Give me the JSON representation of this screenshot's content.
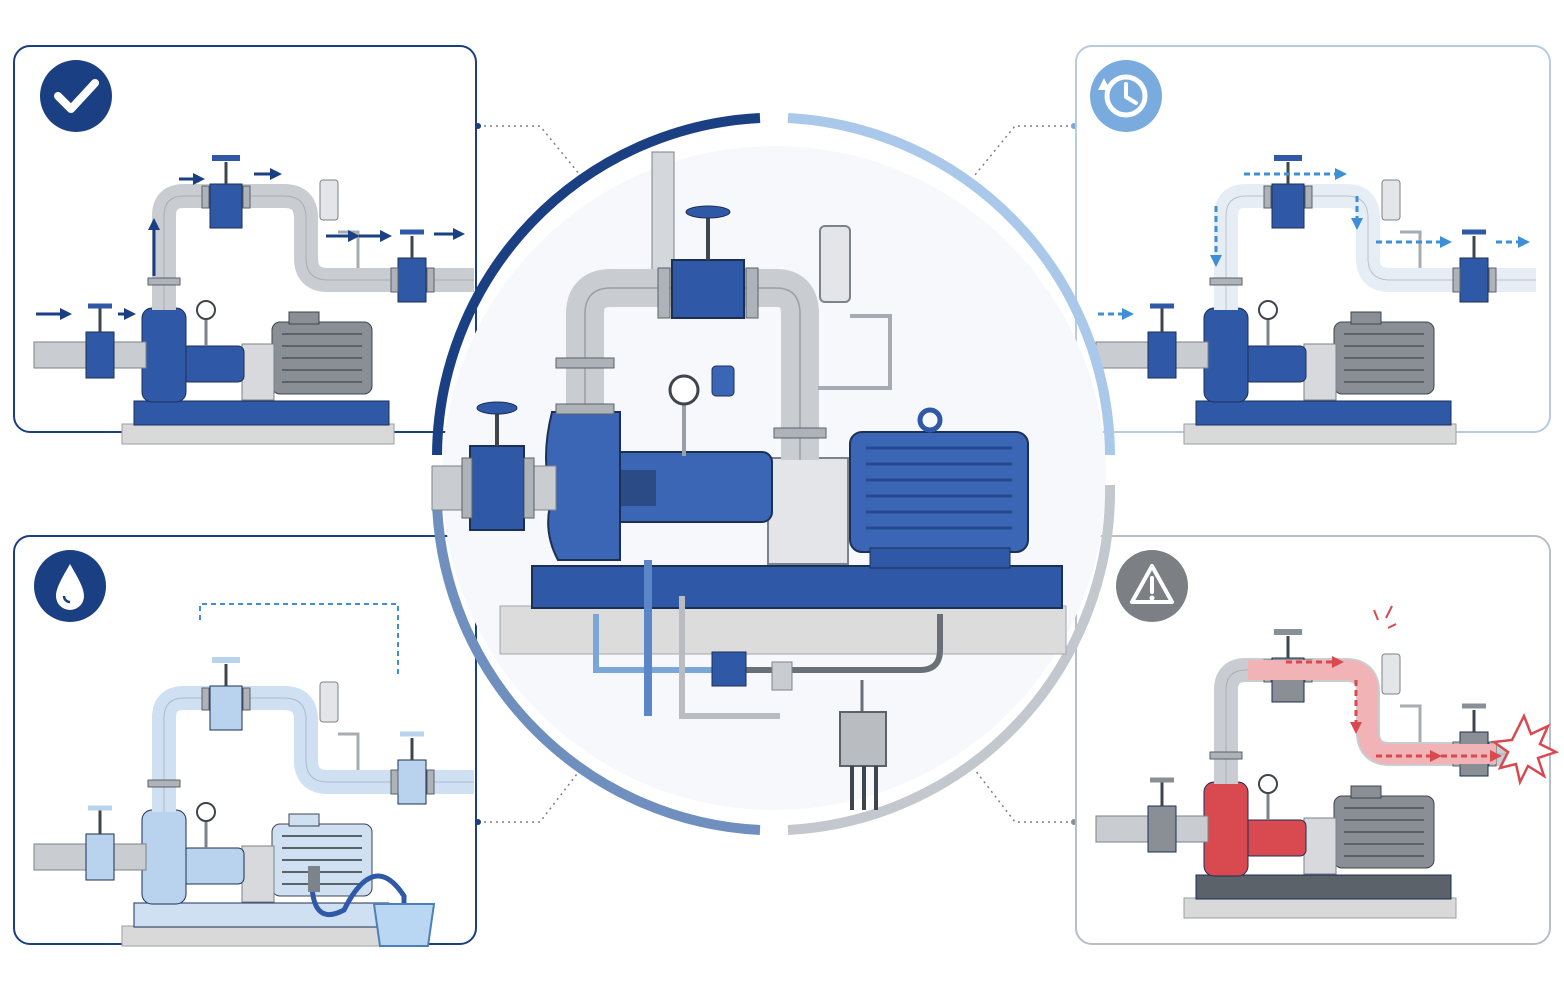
{
  "colors": {
    "navy": "#1a3f82",
    "blue": "#2f58a6",
    "blue_light": "#9cc2e8",
    "cyan_flow": "#3d8fd8",
    "steel": "#c9ccd0",
    "steel_dark": "#7d838a",
    "motor_gray": "#8a8f96",
    "red": "#d84a4f",
    "gray_badge": "#7c7f84",
    "concrete": "#d9d9d9",
    "border_light": "#b7cbe1"
  },
  "panels": [
    {
      "id": "operating",
      "icon": "checkmark-icon",
      "state": "normal-flow"
    },
    {
      "id": "standby",
      "icon": "clock-refresh-icon",
      "state": "standby-flow"
    },
    {
      "id": "draining",
      "icon": "water-drop-icon",
      "state": "drained"
    },
    {
      "id": "fault",
      "icon": "warning-triangle-icon",
      "state": "overpressure"
    }
  ],
  "center": {
    "icon": "centrifugal-pump-assembly"
  }
}
